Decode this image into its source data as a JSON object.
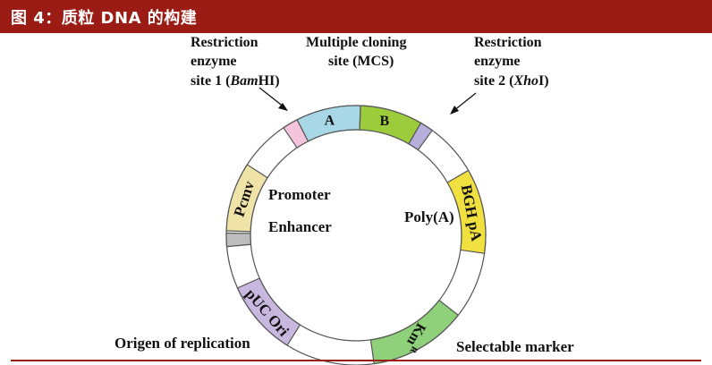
{
  "figure": {
    "title": "图 4：质粒 DNA 的构建"
  },
  "labels": {
    "restriction1_line1": "Restriction",
    "restriction1_line2": "enzyme",
    "restriction1_line3_prefix": "site 1 (",
    "restriction1_enzyme": "Bam",
    "restriction1_enzyme_suffix": "HI",
    "restriction1_close": ")",
    "mcs_line1": "Multiple cloning",
    "mcs_line2": "site (MCS)",
    "restriction2_line1": "Restriction",
    "restriction2_line2": "enzyme",
    "restriction2_line3_prefix": "site 2 (",
    "restriction2_enzyme": "Xho",
    "restriction2_enzyme_suffix": "I",
    "restriction2_close": ")",
    "promoter": "Promoter",
    "enhancer": "Enhancer",
    "polya": "Poly(A)",
    "origin": "Origen of replication",
    "selectable": "Selectable marker"
  },
  "segments": {
    "a": "A",
    "b": "B",
    "pcmv": "Pcmv",
    "bghpa": "BGH pA",
    "kmr": "Km",
    "kmr_sup": "R",
    "puc": "pUC Ori"
  },
  "colors": {
    "header": "#9b1c14",
    "seg_a": "#a8d8e8",
    "seg_b": "#9ccc3c",
    "seg_pcmv": "#efe3a8",
    "seg_enhancer": "#bdbdbd",
    "seg_bghpa": "#f0e040",
    "seg_kmr": "#8fd07a",
    "seg_puc": "#c8b8e0",
    "seg_pink": "#f4c4dc",
    "seg_lavender": "#b8b0dc"
  }
}
